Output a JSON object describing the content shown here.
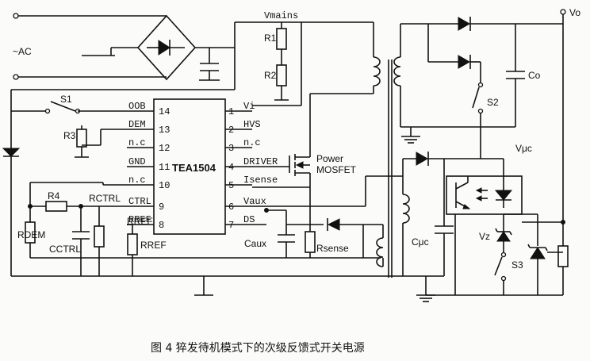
{
  "caption": "图 4   猝发待机模式下的次级反馈式开关电源",
  "ic": {
    "name": "TEA1504",
    "left_pins": [
      {
        "num": "14",
        "label": "OOB"
      },
      {
        "num": "13",
        "label": "DEM"
      },
      {
        "num": "12",
        "label": "n.c"
      },
      {
        "num": "11",
        "label": "GND"
      },
      {
        "num": "10",
        "label": "n.c"
      },
      {
        "num": "9",
        "label": "CTRL"
      },
      {
        "num": "8",
        "label": "RREF"
      }
    ],
    "right_pins": [
      {
        "num": "1",
        "label": "Vi"
      },
      {
        "num": "2",
        "label": "HVS"
      },
      {
        "num": "3",
        "label": "n.c"
      },
      {
        "num": "4",
        "label": "DRIVER"
      },
      {
        "num": "5",
        "label": "Isense"
      },
      {
        "num": "6",
        "label": "Vaux"
      },
      {
        "num": "7",
        "label": "DS"
      }
    ]
  },
  "labels": {
    "ac": "~AC",
    "vmains": "Vmains",
    "vo": "Vo",
    "r1": "R1",
    "r2": "R2",
    "s1": "S1",
    "r3": "R3",
    "r4": "R4",
    "rctrl": "RCTRL",
    "rdem": "RDEM",
    "cctrl": "CCTRL",
    "rref": "RREF",
    "power": "Power",
    "mosfet": "MOSFET",
    "caux": "Caux",
    "rsense": "Rsense",
    "co": "Co",
    "s2": "S2",
    "vuc": "Vμc",
    "cuc": "Cμc",
    "vz": "Vz",
    "s3": "S3"
  }
}
